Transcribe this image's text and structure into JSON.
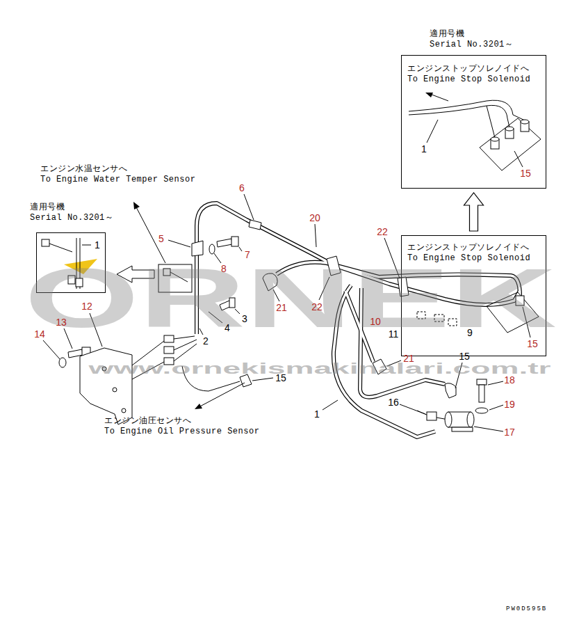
{
  "diagram": {
    "nodes": [
      {
        "text": [
          "適用号機 Serial No.3201～",
          "エンジンストップソレノイドへ To Engine Stop Solenoid"
        ]
      },
      {
        "text": [
          "エンジンストップソレノイドへ To Engine Stop Solenoid"
        ]
      },
      {
        "text": [
          "適用号機 Serial No.3201～"
        ]
      }
    ],
    "edges": [
      {
        "from": 1,
        "to": 0,
        "arrow": "to"
      }
    ],
    "labels": [
      "ORNEK",
      "www.ornekismakinalari.com.tr",
      "エンジン水温センサへ To Engine Water Temper Sensor",
      "1",
      "12",
      "13",
      "14",
      "5",
      "6",
      "7",
      "8",
      "3",
      "4",
      "2",
      "15",
      "エンジン油圧センサへ To Engine Oil Pressure Sensor",
      "20",
      "21",
      "22",
      "22",
      "10",
      "11",
      "9",
      "21",
      "15",
      "16",
      "1",
      "18",
      "19",
      "17",
      "15",
      "1",
      "15",
      "PW0D595B"
    ]
  }
}
